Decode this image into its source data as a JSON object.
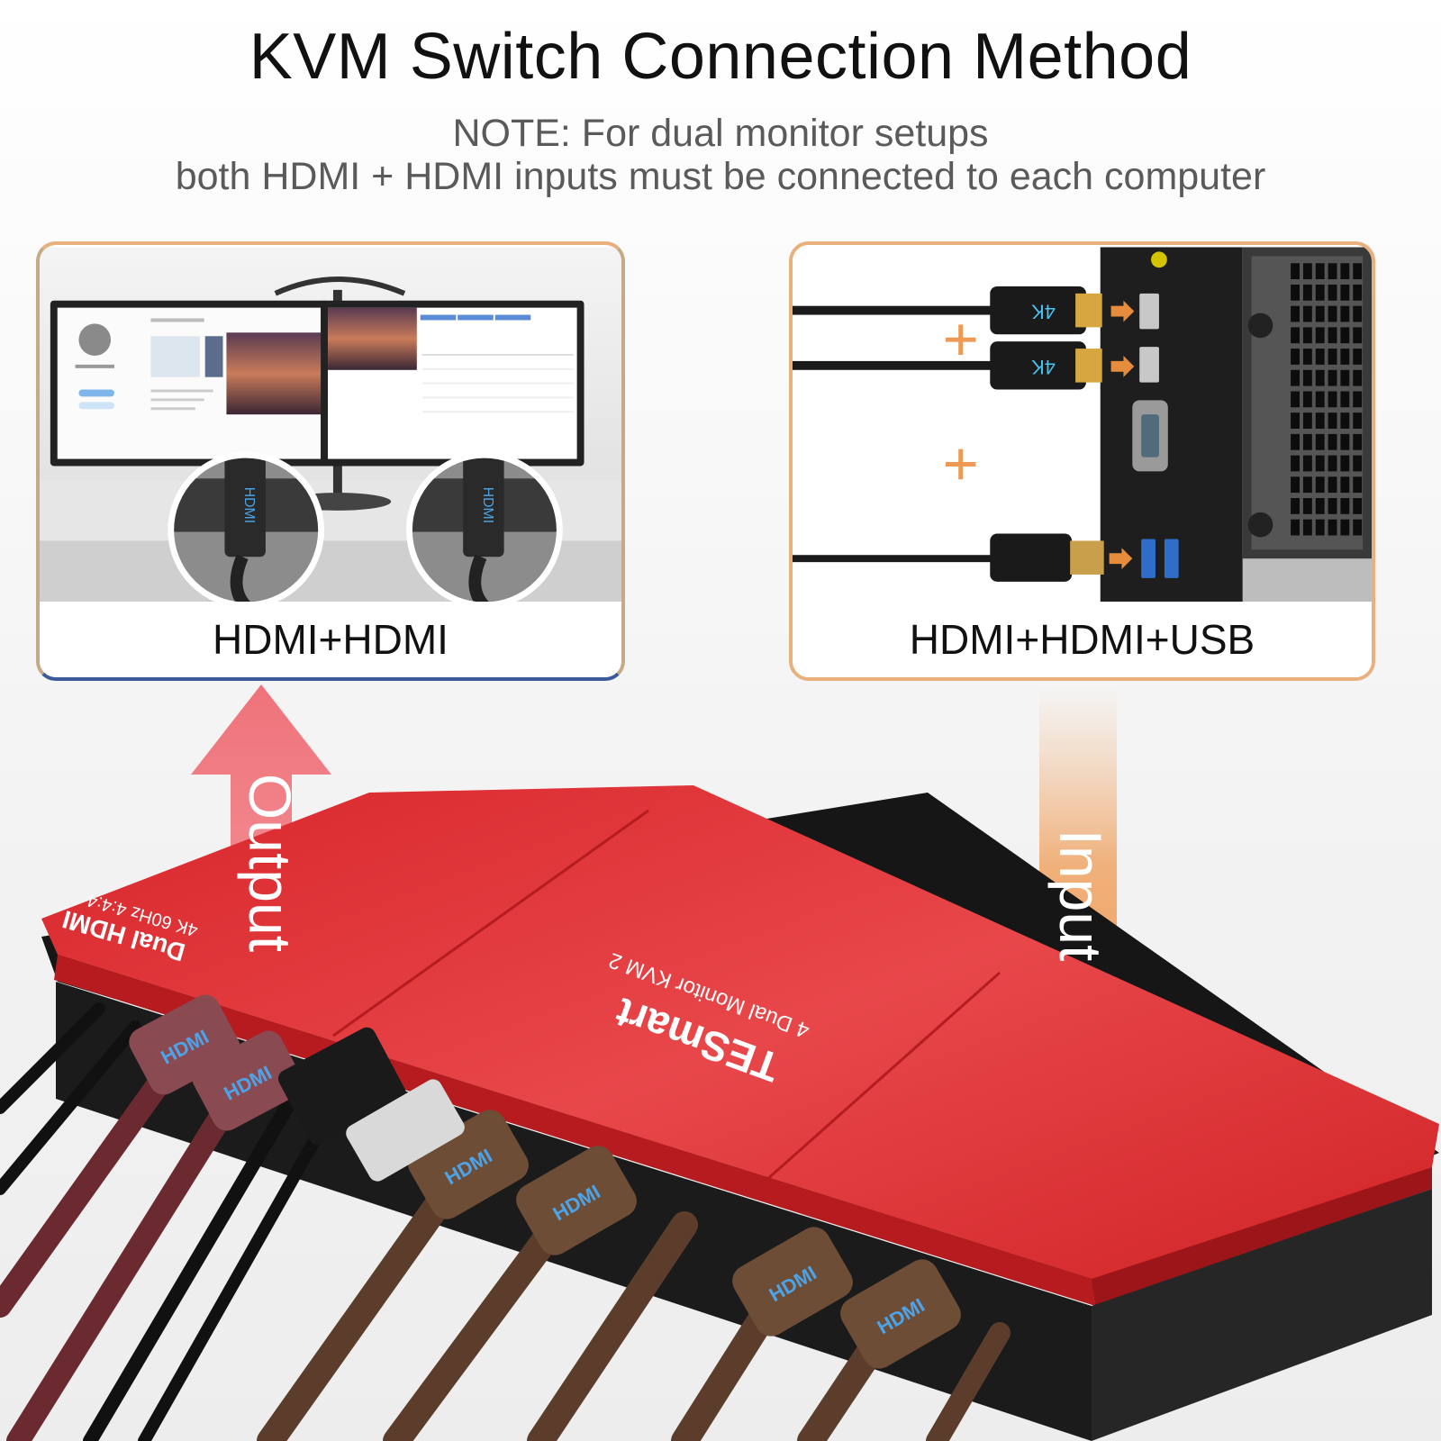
{
  "header": {
    "title": "KVM Switch Connection Method",
    "note_line1": "NOTE: For dual monitor setups",
    "note_line2": "both HDMI + HDMI inputs must be connected to each computer"
  },
  "panels": {
    "left_caption": "HDMI+HDMI",
    "right_caption": "HDMI+HDMI+USB"
  },
  "arrows": {
    "output_label": "Output",
    "input_label": "Input"
  },
  "device": {
    "brand": "TESmart",
    "model": "4 Dual Monitor KVM 2",
    "badge_line1": "Dual HDMI",
    "badge_line2": "4K 60Hz 4:4:4"
  },
  "cable_tags": {
    "hdmi": "HDMI",
    "four_k": "4K"
  },
  "colors": {
    "panel_border": "#e8b07c",
    "device_red": "#d9282b",
    "output_arrow": "#f07a80",
    "input_arrow": "#eea15b"
  }
}
